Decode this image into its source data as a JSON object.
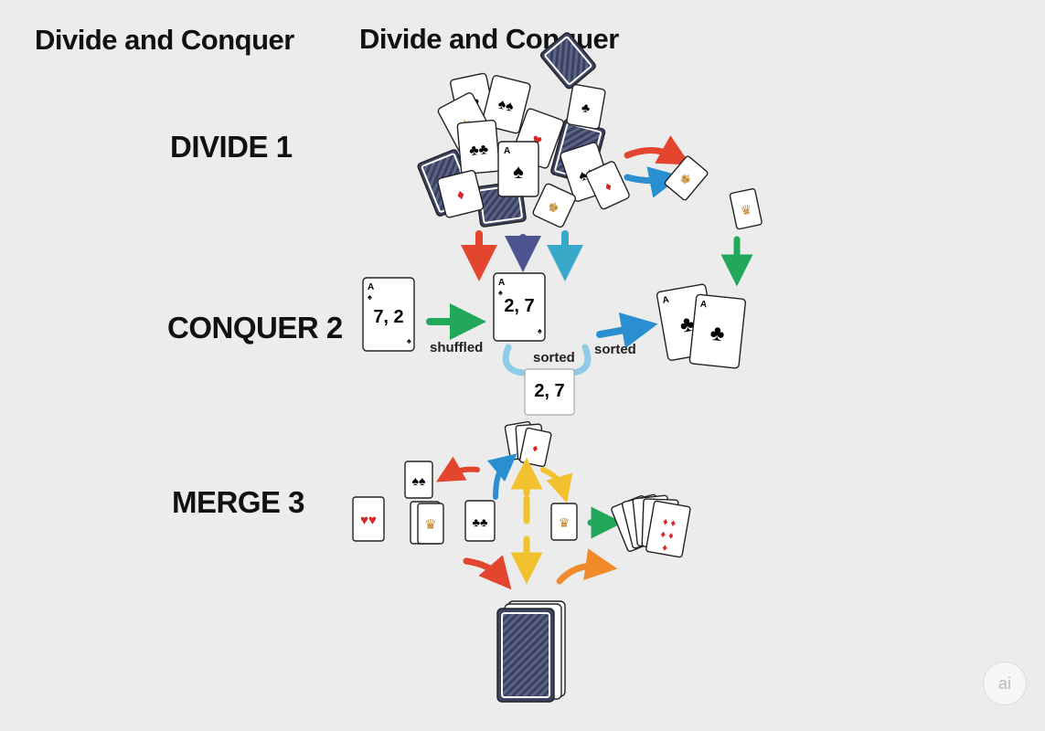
{
  "title_left": "Divide and Conquer",
  "title_center": "Divide and Conquer",
  "stages": {
    "divide": "DIVIDE 1",
    "conquer": "CONQUER 2",
    "merge": "MERGE 3"
  },
  "cards": {
    "shuffled_value": "7, 2",
    "sorted_value": "2, 7",
    "sorted_value_small": "2, 7",
    "ace_mark": "A"
  },
  "labels": {
    "shuffled": "shuffled",
    "sorted_center": "sorted",
    "sorted_right": "sorted"
  },
  "badge": "ai",
  "colors": {
    "background": "#ececec",
    "red": "#e4452f",
    "blue": "#2a8fd0",
    "green": "#22a85a",
    "yellow": "#f2c12e",
    "navy": "#4d5590",
    "card_back": "#3d4360",
    "suit_red": "#d8262b"
  }
}
